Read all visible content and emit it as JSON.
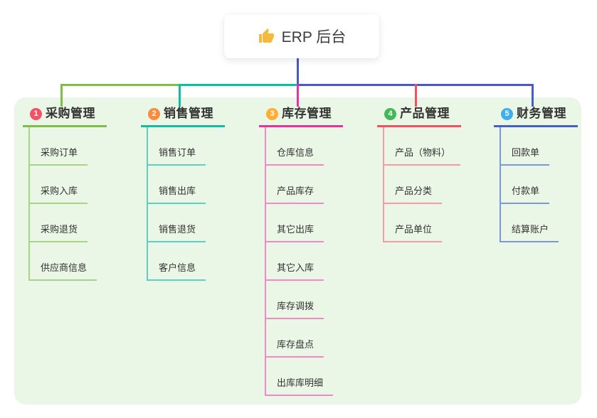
{
  "root": {
    "label": "ERP 后台",
    "icon": "thumbs-up-icon",
    "icon_color": "#F5B93E",
    "line_color": "#4A58C9"
  },
  "colors": {
    "canvas_bg": "#FFFFFF",
    "panel_bg": "#EAF6E6",
    "text": "#333333",
    "root_card_bg": "#FFFFFF"
  },
  "branches": [
    {
      "number": "1",
      "title": "采购管理",
      "badge_color": "#F25268",
      "line_color": "#7EBE45",
      "child_line_color": "#A9D483",
      "children": [
        "采购订单",
        "采购入库",
        "采购退货",
        "供应商信息"
      ]
    },
    {
      "number": "2",
      "title": "销售管理",
      "badge_color": "#FB8C3E",
      "line_color": "#0FBDA5",
      "child_line_color": "#5BCFC0",
      "children": [
        "销售订单",
        "销售出库",
        "销售退货",
        "客户信息"
      ]
    },
    {
      "number": "3",
      "title": "库存管理",
      "badge_color": "#FFAD33",
      "line_color": "#EE2F9F",
      "child_line_color": "#F387C8",
      "children": [
        "仓库信息",
        "产品库存",
        "其它出库",
        "其它入库",
        "库存调拨",
        "库存盘点",
        "出库库明细"
      ]
    },
    {
      "number": "4",
      "title": "产品管理",
      "badge_color": "#42B858",
      "line_color": "#F4515C",
      "child_line_color": "#F79AA1",
      "children": [
        "产品（物料）",
        "产品分类",
        "产品单位"
      ]
    },
    {
      "number": "5",
      "title": "财务管理",
      "badge_color": "#3FAEEF",
      "line_color": "#4460C6",
      "child_line_color": "#7E97D8",
      "children": [
        "回款单",
        "付款单",
        "结算账户"
      ]
    }
  ]
}
